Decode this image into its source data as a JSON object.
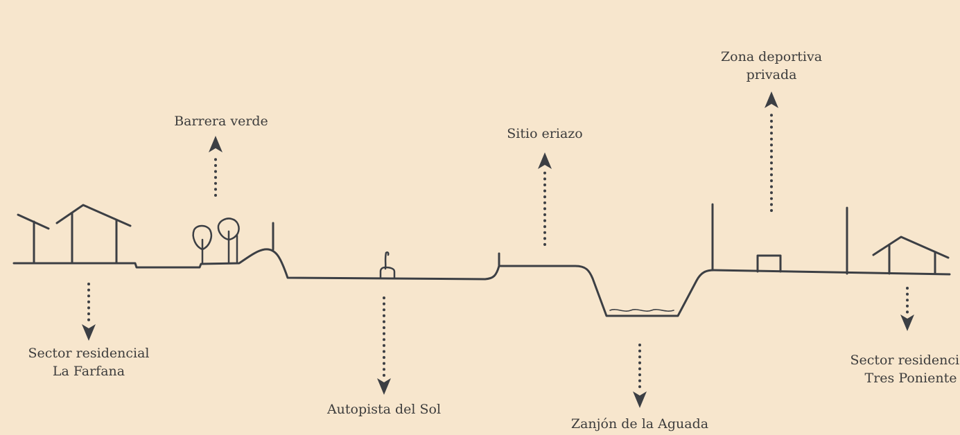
{
  "colors": {
    "background": "#f7e6cd",
    "ink": "#3c3f44"
  },
  "labels": {
    "barrera_verde": "Barrera verde",
    "sitio_eriazo": "Sitio eriazo",
    "zona_deportiva": {
      "line1": "Zona deportiva",
      "line2": "privada"
    },
    "sector_farfana": {
      "line1": "Sector residencial",
      "line2": "La Farfana"
    },
    "autopista": "Autopista del Sol",
    "zanjon": "Zanjón de la Aguada",
    "sector_tres_poniente": {
      "line1": "Sector residencial",
      "line2": "Tres Poniente"
    }
  }
}
